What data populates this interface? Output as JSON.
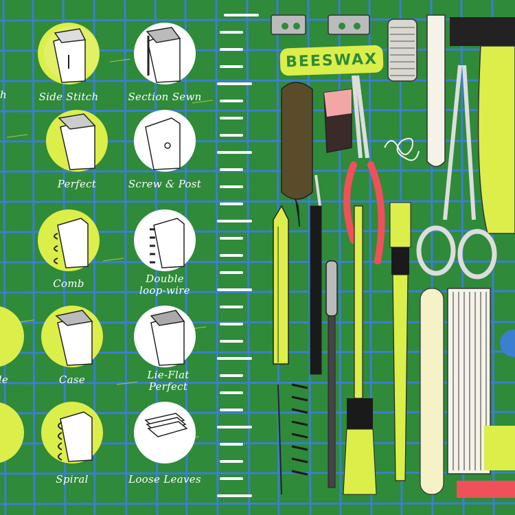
{
  "binding_types": [
    {
      "label": "h"
    },
    {
      "label": "Side Stitch"
    },
    {
      "label": "Section Sewn"
    },
    {
      "label": "Perfect"
    },
    {
      "label": "Screw & Post"
    },
    {
      "label": "Comb"
    },
    {
      "label": "Double loop-wire"
    },
    {
      "label": "uble"
    },
    {
      "label": "Case"
    },
    {
      "label": "Lie-Flat Perfect"
    },
    {
      "label": "Spiral"
    },
    {
      "label": "Loose Leaves"
    }
  ],
  "tools": {
    "beeswax_label": "BEESWAX"
  },
  "colors": {
    "background": "#2f8a3a",
    "grid": "#3a7fd0",
    "accent_yellow": "#dcee4a",
    "red": "#f0505a",
    "pink": "#f2a6a6"
  }
}
